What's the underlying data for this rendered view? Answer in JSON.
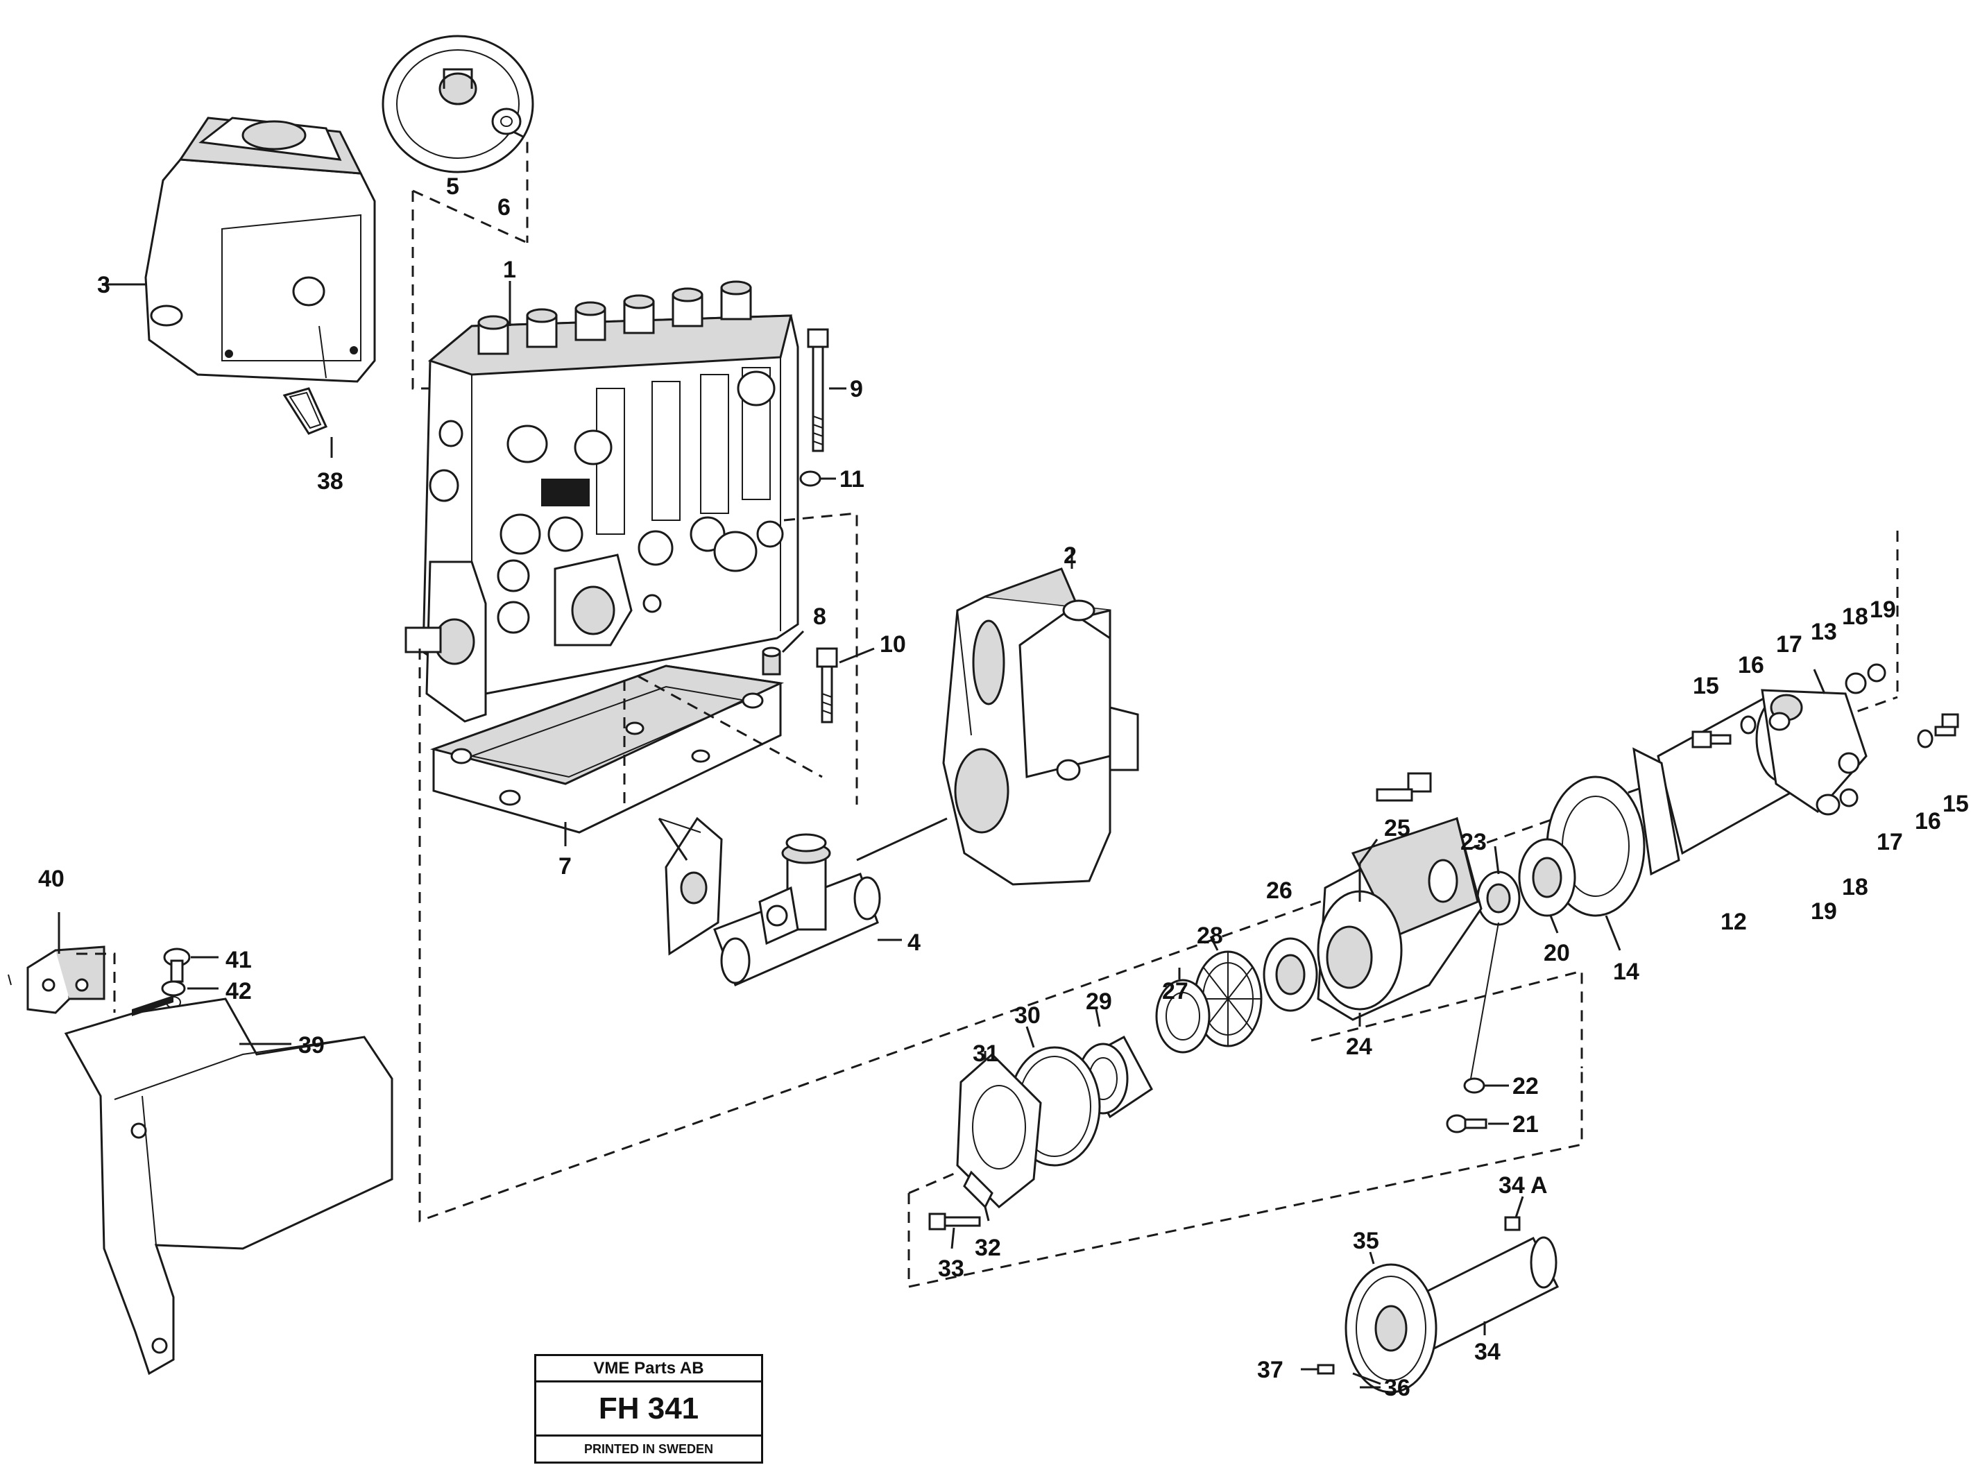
{
  "title_block": {
    "company": "VME Parts AB",
    "code": "FH 341",
    "printed": "PRINTED IN SWEDEN"
  },
  "callouts": [
    "1",
    "2",
    "3",
    "4",
    "5",
    "6",
    "7",
    "8",
    "9",
    "10",
    "11",
    "12",
    "13",
    "14",
    "15",
    "15",
    "16",
    "16",
    "17",
    "17",
    "18",
    "18",
    "19",
    "19",
    "20",
    "21",
    "22",
    "23",
    "24",
    "25",
    "26",
    "27",
    "28",
    "29",
    "30",
    "31",
    "32",
    "33",
    "34",
    "34 A",
    "35",
    "36",
    "37",
    "38",
    "39",
    "40",
    "41",
    "42"
  ],
  "parts": {
    "injection_pump": "injection-pump",
    "governor": "governor-housing",
    "cover": "pump-cover",
    "feed_pump": "fuel-feed-pump",
    "drive_shaft": "drive-shaft",
    "bracket": "bracket",
    "heat_shield": "heat-shield"
  },
  "colors": {
    "ink": "#1a1a1a",
    "paper": "#ffffff",
    "shade": "#d9d9d9"
  }
}
